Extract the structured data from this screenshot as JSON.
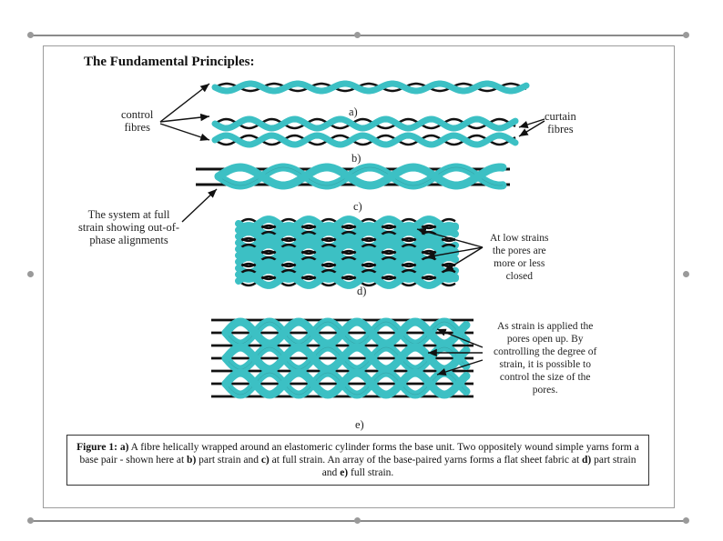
{
  "title": "The Fundamental Principles:",
  "labels": {
    "control_fibres": "control\nfibres",
    "curtain_fibres": "curtain\nfibres",
    "full_strain": "The system at full\nstrain showing out-of-\nphase alignments",
    "low_strains": "At low strains\nthe pores are\nmore or less\nclosed",
    "strain_applied": "As strain is applied the\npores open up. By\ncontrolling the degree of\nstrain, it is possible to\ncontrol the size of the\npores."
  },
  "panels": [
    "a)",
    "b)",
    "c)",
    "d)",
    "e)"
  ],
  "caption": {
    "figure": "Figure 1:",
    "part_a": "a)",
    "text_1": " A fibre helically wrapped around an elastomeric cylinder forms the base unit. Two oppositely wound simple yarns form a base pair - shown here at ",
    "part_b": "b)",
    "text_2": " part strain and ",
    "part_c": "c)",
    "text_3": " at full strain. An array of the base-paired yarns forms a flat sheet fabric at ",
    "part_d": "d)",
    "text_4": " part strain and ",
    "part_e": "e)",
    "text_5": " full strain."
  },
  "colors": {
    "teal": "#3cc0c4",
    "black": "#111111"
  }
}
